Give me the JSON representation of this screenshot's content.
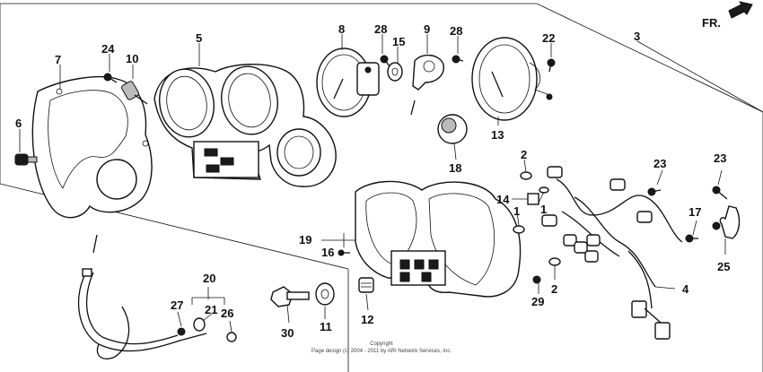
{
  "direction_label": "FR.",
  "copyright": {
    "line1": "Copyright",
    "line2": "Page design (c) 2004 - 2011 by ARI Network Services, Inc."
  },
  "callouts": {
    "p1a": "1",
    "p1b": "1",
    "p2a": "2",
    "p2b": "2",
    "p3": "3",
    "p4": "4",
    "p5": "5",
    "p6": "6",
    "p7": "7",
    "p8": "8",
    "p9": "9",
    "p10": "10",
    "p11": "11",
    "p12": "12",
    "p13": "13",
    "p14": "14",
    "p15": "15",
    "p16": "16",
    "p17": "17",
    "p18": "18",
    "p19": "19",
    "p20": "20",
    "p21": "21",
    "p22": "22",
    "p23a": "23",
    "p23b": "23",
    "p24": "24",
    "p25": "25",
    "p26": "26",
    "p27": "27",
    "p28a": "28",
    "p28b": "28",
    "p29": "29",
    "p30": "30"
  }
}
